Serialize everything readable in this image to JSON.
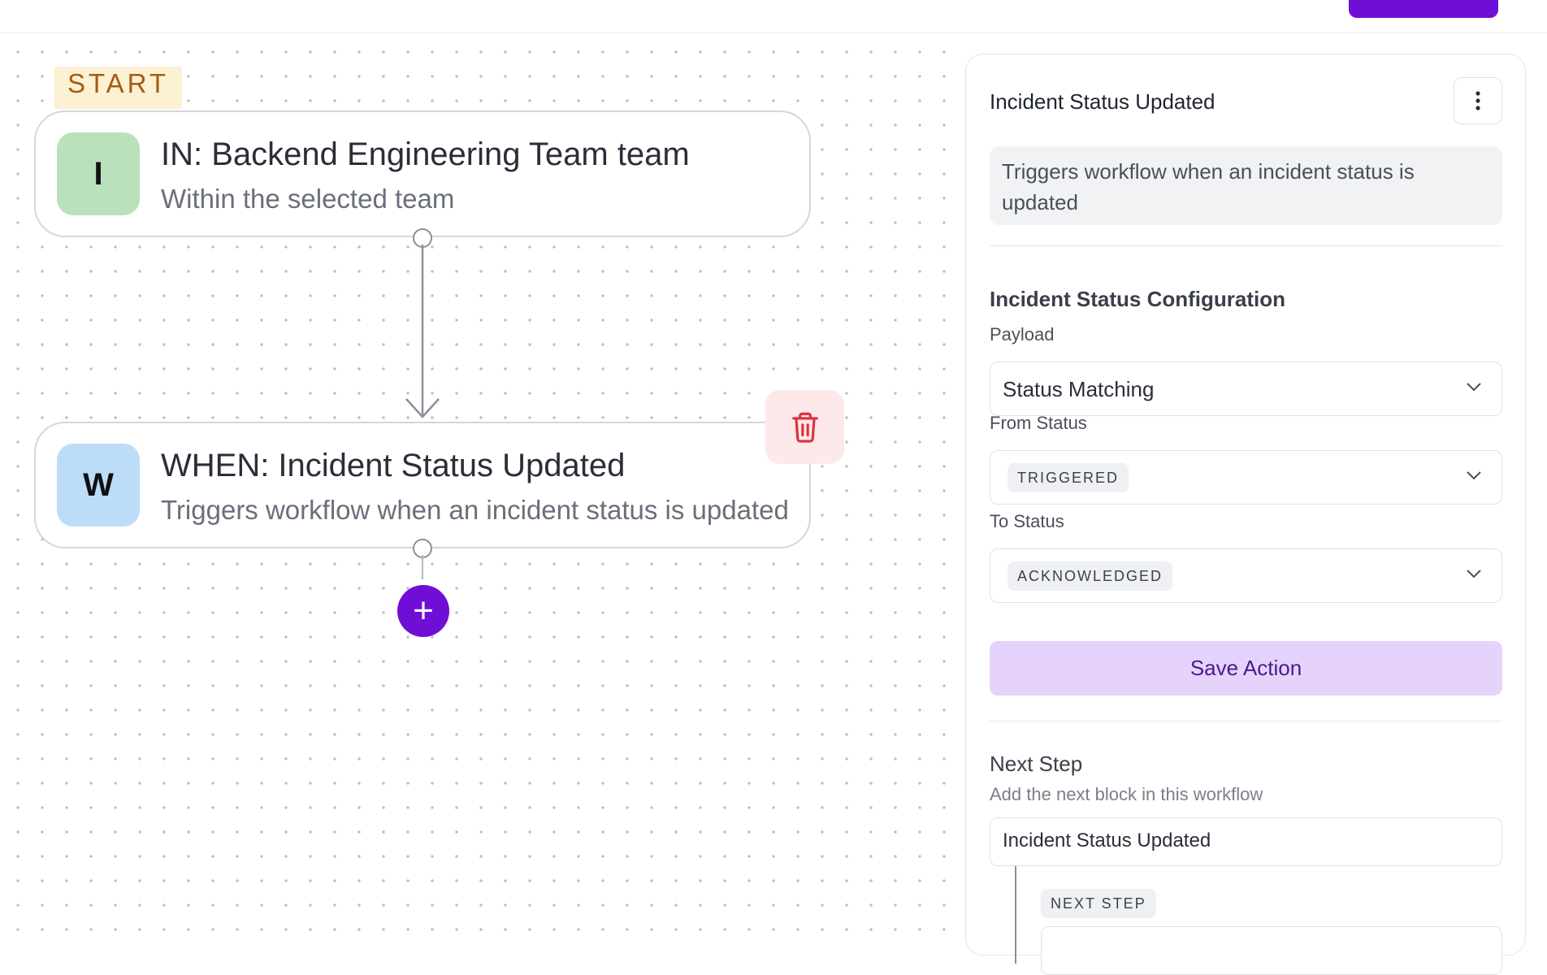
{
  "workflow": {
    "start_label": "START",
    "nodes": [
      {
        "avatar": "I",
        "title": "IN: Backend Engineering Team team",
        "subtitle": "Within the selected team",
        "avatar_color": "#b9e1bb"
      },
      {
        "avatar": "W",
        "title": "WHEN: Incident Status Updated",
        "subtitle": "Triggers workflow when an incident status is updated",
        "avatar_color": "#bcdcf7"
      }
    ],
    "add_label": "+"
  },
  "panel": {
    "title": "Incident Status Updated",
    "description": "Triggers workflow when an incident status is updated",
    "config_title": "Incident Status Configuration",
    "payload": {
      "label": "Payload",
      "value": "Status Matching"
    },
    "from_status": {
      "label": "From Status",
      "value": "TRIGGERED"
    },
    "to_status": {
      "label": "To Status",
      "value": "ACKNOWLEDGED"
    },
    "save_label": "Save Action",
    "next_step": {
      "title": "Next Step",
      "subtitle": "Add the next block in this workflow",
      "block": "Incident Status Updated",
      "chip": "NEXT STEP"
    }
  },
  "colors": {
    "accent": "#6f0fd6",
    "delete_bg": "#fde8ea",
    "delete_icon": "#d9323e",
    "start_bg": "#fdf1d3",
    "save_bg": "#e6d3fb"
  },
  "icons": {
    "delete": "trash-icon",
    "menu": "kebab-icon",
    "dropdown": "chevron-down-icon",
    "add": "plus-icon"
  }
}
